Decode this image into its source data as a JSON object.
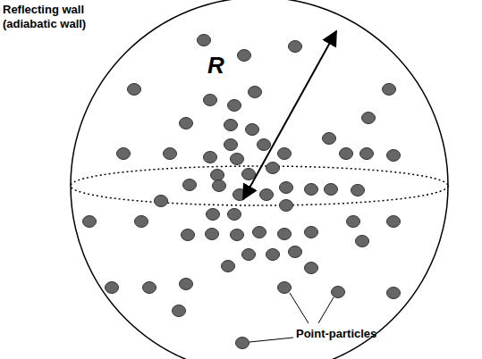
{
  "diagram": {
    "labels": [
      "Reflecting wall (adiabatic wall)",
      "R",
      "Point-particles"
    ]
  }
}
